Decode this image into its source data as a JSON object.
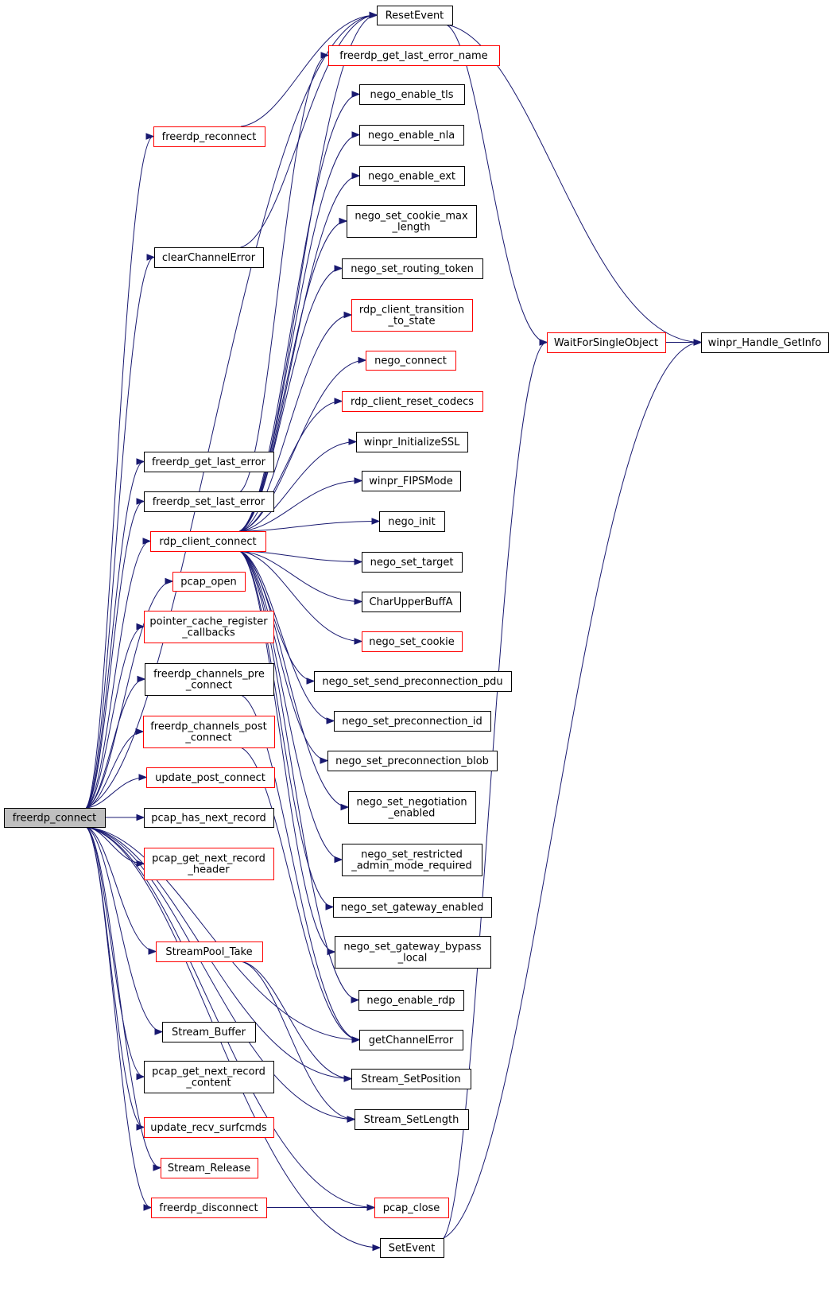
{
  "colors": {
    "edge": "#191970",
    "node_default_border": "#000000",
    "node_red_border": "#ff0000",
    "root_fill": "#bfbfbf",
    "node_fill": "#ffffff"
  },
  "nodes": {
    "freerdp_connect": {
      "lines": [
        "freerdp_connect"
      ],
      "style": "root"
    },
    "ResetEvent": {
      "lines": [
        "ResetEvent"
      ],
      "style": "black"
    },
    "freerdp_get_last_error_name": {
      "lines": [
        "freerdp_get_last_error_name"
      ],
      "style": "red"
    },
    "freerdp_reconnect": {
      "lines": [
        "freerdp_reconnect"
      ],
      "style": "red"
    },
    "nego_enable_tls": {
      "lines": [
        "nego_enable_tls"
      ],
      "style": "black"
    },
    "nego_enable_nla": {
      "lines": [
        "nego_enable_nla"
      ],
      "style": "black"
    },
    "nego_enable_ext": {
      "lines": [
        "nego_enable_ext"
      ],
      "style": "black"
    },
    "nego_set_cookie_max_length": {
      "lines": [
        "nego_set_cookie_max",
        "_length"
      ],
      "style": "black"
    },
    "clearChannelError": {
      "lines": [
        "clearChannelError"
      ],
      "style": "black"
    },
    "nego_set_routing_token": {
      "lines": [
        "nego_set_routing_token"
      ],
      "style": "black"
    },
    "rdp_client_transition_to_state": {
      "lines": [
        "rdp_client_transition",
        "_to_state"
      ],
      "style": "red"
    },
    "WaitForSingleObject": {
      "lines": [
        "WaitForSingleObject"
      ],
      "style": "red"
    },
    "winpr_Handle_GetInfo": {
      "lines": [
        "winpr_Handle_GetInfo"
      ],
      "style": "black"
    },
    "nego_connect": {
      "lines": [
        "nego_connect"
      ],
      "style": "red"
    },
    "rdp_client_reset_codecs": {
      "lines": [
        "rdp_client_reset_codecs"
      ],
      "style": "red"
    },
    "winpr_InitializeSSL": {
      "lines": [
        "winpr_InitializeSSL"
      ],
      "style": "black"
    },
    "freerdp_get_last_error": {
      "lines": [
        "freerdp_get_last_error"
      ],
      "style": "black"
    },
    "winpr_FIPSMode": {
      "lines": [
        "winpr_FIPSMode"
      ],
      "style": "black"
    },
    "freerdp_set_last_error": {
      "lines": [
        "freerdp_set_last_error"
      ],
      "style": "black"
    },
    "nego_init": {
      "lines": [
        "nego_init"
      ],
      "style": "black"
    },
    "rdp_client_connect": {
      "lines": [
        "rdp_client_connect"
      ],
      "style": "red"
    },
    "nego_set_target": {
      "lines": [
        "nego_set_target"
      ],
      "style": "black"
    },
    "pcap_open": {
      "lines": [
        "pcap_open"
      ],
      "style": "red"
    },
    "CharUpperBuffA": {
      "lines": [
        "CharUpperBuffA"
      ],
      "style": "black"
    },
    "pointer_cache_register_callbacks": {
      "lines": [
        "pointer_cache_register",
        "_callbacks"
      ],
      "style": "red"
    },
    "nego_set_cookie": {
      "lines": [
        "nego_set_cookie"
      ],
      "style": "red"
    },
    "freerdp_channels_pre_connect": {
      "lines": [
        "freerdp_channels_pre",
        "_connect"
      ],
      "style": "black"
    },
    "nego_set_send_preconnection_pdu": {
      "lines": [
        "nego_set_send_preconnection_pdu"
      ],
      "style": "black"
    },
    "nego_set_preconnection_id": {
      "lines": [
        "nego_set_preconnection_id"
      ],
      "style": "black"
    },
    "freerdp_channels_post_connect": {
      "lines": [
        "freerdp_channels_post",
        "_connect"
      ],
      "style": "red"
    },
    "nego_set_preconnection_blob": {
      "lines": [
        "nego_set_preconnection_blob"
      ],
      "style": "black"
    },
    "update_post_connect": {
      "lines": [
        "update_post_connect"
      ],
      "style": "red"
    },
    "nego_set_negotiation_enabled": {
      "lines": [
        "nego_set_negotiation",
        "_enabled"
      ],
      "style": "black"
    },
    "pcap_has_next_record": {
      "lines": [
        "pcap_has_next_record"
      ],
      "style": "black"
    },
    "pcap_get_next_record_header": {
      "lines": [
        "pcap_get_next_record",
        "_header"
      ],
      "style": "red"
    },
    "nego_set_restricted_admin_mode_required": {
      "lines": [
        "nego_set_restricted",
        "_admin_mode_required"
      ],
      "style": "black"
    },
    "nego_set_gateway_enabled": {
      "lines": [
        "nego_set_gateway_enabled"
      ],
      "style": "black"
    },
    "StreamPool_Take": {
      "lines": [
        "StreamPool_Take"
      ],
      "style": "red"
    },
    "nego_set_gateway_bypass_local": {
      "lines": [
        "nego_set_gateway_bypass",
        "_local"
      ],
      "style": "black"
    },
    "nego_enable_rdp": {
      "lines": [
        "nego_enable_rdp"
      ],
      "style": "black"
    },
    "Stream_Buffer": {
      "lines": [
        "Stream_Buffer"
      ],
      "style": "black"
    },
    "getChannelError": {
      "lines": [
        "getChannelError"
      ],
      "style": "black"
    },
    "pcap_get_next_record_content": {
      "lines": [
        "pcap_get_next_record",
        "_content"
      ],
      "style": "black"
    },
    "Stream_SetPosition": {
      "lines": [
        "Stream_SetPosition"
      ],
      "style": "black"
    },
    "update_recv_surfcmds": {
      "lines": [
        "update_recv_surfcmds"
      ],
      "style": "red"
    },
    "Stream_SetLength": {
      "lines": [
        "Stream_SetLength"
      ],
      "style": "black"
    },
    "Stream_Release": {
      "lines": [
        "Stream_Release"
      ],
      "style": "red"
    },
    "freerdp_disconnect": {
      "lines": [
        "freerdp_disconnect"
      ],
      "style": "red"
    },
    "pcap_close": {
      "lines": [
        "pcap_close"
      ],
      "style": "red"
    },
    "SetEvent": {
      "lines": [
        "SetEvent"
      ],
      "style": "black"
    }
  },
  "edges": [
    [
      "freerdp_connect",
      "ResetEvent"
    ],
    [
      "freerdp_connect",
      "freerdp_reconnect"
    ],
    [
      "freerdp_connect",
      "clearChannelError"
    ],
    [
      "freerdp_connect",
      "freerdp_get_last_error"
    ],
    [
      "freerdp_connect",
      "freerdp_set_last_error"
    ],
    [
      "freerdp_connect",
      "rdp_client_connect"
    ],
    [
      "freerdp_connect",
      "pcap_open"
    ],
    [
      "freerdp_connect",
      "pointer_cache_register_callbacks"
    ],
    [
      "freerdp_connect",
      "freerdp_channels_pre_connect"
    ],
    [
      "freerdp_connect",
      "freerdp_channels_post_connect"
    ],
    [
      "freerdp_connect",
      "update_post_connect"
    ],
    [
      "freerdp_connect",
      "pcap_has_next_record"
    ],
    [
      "freerdp_connect",
      "pcap_get_next_record_header"
    ],
    [
      "freerdp_connect",
      "StreamPool_Take"
    ],
    [
      "freerdp_connect",
      "Stream_Buffer"
    ],
    [
      "freerdp_connect",
      "pcap_get_next_record_content"
    ],
    [
      "freerdp_connect",
      "update_recv_surfcmds"
    ],
    [
      "freerdp_connect",
      "Stream_Release"
    ],
    [
      "freerdp_connect",
      "freerdp_disconnect"
    ],
    [
      "freerdp_connect",
      "pcap_close"
    ],
    [
      "freerdp_connect",
      "SetEvent"
    ],
    [
      "freerdp_connect",
      "Stream_SetPosition"
    ],
    [
      "freerdp_connect",
      "Stream_SetLength"
    ],
    [
      "freerdp_connect",
      "getChannelError"
    ],
    [
      "freerdp_reconnect",
      "ResetEvent"
    ],
    [
      "clearChannelError",
      "ResetEvent"
    ],
    [
      "freerdp_set_last_error",
      "freerdp_get_last_error_name"
    ],
    [
      "rdp_client_connect",
      "ResetEvent"
    ],
    [
      "rdp_client_connect",
      "nego_enable_tls"
    ],
    [
      "rdp_client_connect",
      "nego_enable_nla"
    ],
    [
      "rdp_client_connect",
      "nego_enable_ext"
    ],
    [
      "rdp_client_connect",
      "nego_set_cookie_max_length"
    ],
    [
      "rdp_client_connect",
      "nego_set_routing_token"
    ],
    [
      "rdp_client_connect",
      "rdp_client_transition_to_state"
    ],
    [
      "rdp_client_connect",
      "nego_connect"
    ],
    [
      "rdp_client_connect",
      "rdp_client_reset_codecs"
    ],
    [
      "rdp_client_connect",
      "winpr_InitializeSSL"
    ],
    [
      "rdp_client_connect",
      "winpr_FIPSMode"
    ],
    [
      "rdp_client_connect",
      "nego_init"
    ],
    [
      "rdp_client_connect",
      "nego_set_target"
    ],
    [
      "rdp_client_connect",
      "CharUpperBuffA"
    ],
    [
      "rdp_client_connect",
      "nego_set_cookie"
    ],
    [
      "rdp_client_connect",
      "nego_set_send_preconnection_pdu"
    ],
    [
      "rdp_client_connect",
      "nego_set_preconnection_id"
    ],
    [
      "rdp_client_connect",
      "nego_set_preconnection_blob"
    ],
    [
      "rdp_client_connect",
      "nego_set_negotiation_enabled"
    ],
    [
      "rdp_client_connect",
      "nego_set_restricted_admin_mode_required"
    ],
    [
      "rdp_client_connect",
      "nego_set_gateway_enabled"
    ],
    [
      "rdp_client_connect",
      "nego_set_gateway_bypass_local"
    ],
    [
      "rdp_client_connect",
      "nego_enable_rdp"
    ],
    [
      "freerdp_channels_pre_connect",
      "getChannelError"
    ],
    [
      "freerdp_channels_post_connect",
      "getChannelError"
    ],
    [
      "StreamPool_Take",
      "Stream_SetPosition"
    ],
    [
      "StreamPool_Take",
      "Stream_SetLength"
    ],
    [
      "freerdp_disconnect",
      "pcap_close"
    ],
    [
      "ResetEvent",
      "WaitForSingleObject"
    ],
    [
      "ResetEvent",
      "winpr_Handle_GetInfo"
    ],
    [
      "WaitForSingleObject",
      "winpr_Handle_GetInfo"
    ],
    [
      "SetEvent",
      "WaitForSingleObject"
    ],
    [
      "SetEvent",
      "winpr_Handle_GetInfo"
    ]
  ]
}
